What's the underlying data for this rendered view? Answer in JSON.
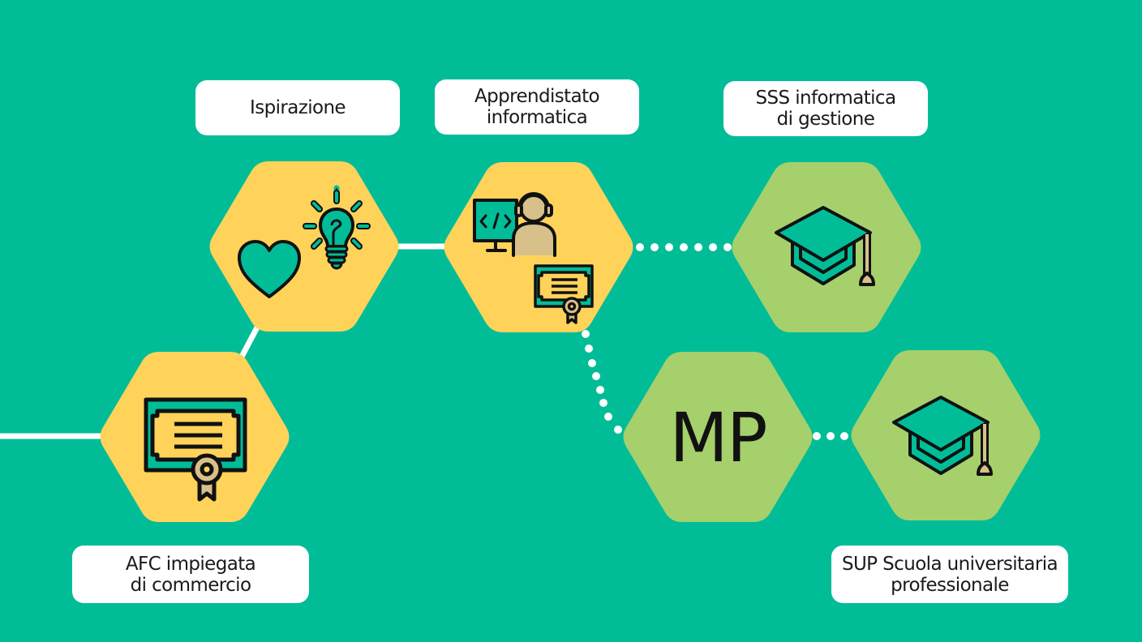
{
  "colors": {
    "background": "#00BD98",
    "hex_yellow": "#FFD35A",
    "hex_green": "#A6D06B",
    "icon_teal": "#00BD98",
    "icon_tan": "#D8C08A",
    "icon_stroke": "#111111",
    "connector": "#FFFFFF"
  },
  "nodes": [
    {
      "id": "afc",
      "label": "AFC impiegata\ndi commercio",
      "icon": "certificate-icon",
      "status": "completed"
    },
    {
      "id": "ispirazione",
      "label": "Ispirazione",
      "icon": "heart-lightbulb-icon",
      "status": "completed"
    },
    {
      "id": "apprendistato",
      "label": "Apprendistato\ninformatica",
      "icon": "developer-certificate-icon",
      "status": "completed"
    },
    {
      "id": "sss",
      "label": "SSS informatica\ndi gestione",
      "icon": "graduation-cap-icon",
      "status": "future"
    },
    {
      "id": "mp",
      "label": "",
      "hex_text": "MP",
      "icon": "",
      "status": "future"
    },
    {
      "id": "sup",
      "label": "SUP Scuola universitaria\nprofessionale",
      "icon": "graduation-cap-icon",
      "status": "future"
    }
  ],
  "connections": [
    {
      "from": "start",
      "to": "afc",
      "style": "solid"
    },
    {
      "from": "afc",
      "to": "ispirazione",
      "style": "solid"
    },
    {
      "from": "ispirazione",
      "to": "apprendistato",
      "style": "solid"
    },
    {
      "from": "apprendistato",
      "to": "sss",
      "style": "dotted"
    },
    {
      "from": "apprendistato",
      "to": "mp",
      "style": "dotted"
    },
    {
      "from": "mp",
      "to": "sup",
      "style": "dotted"
    }
  ]
}
